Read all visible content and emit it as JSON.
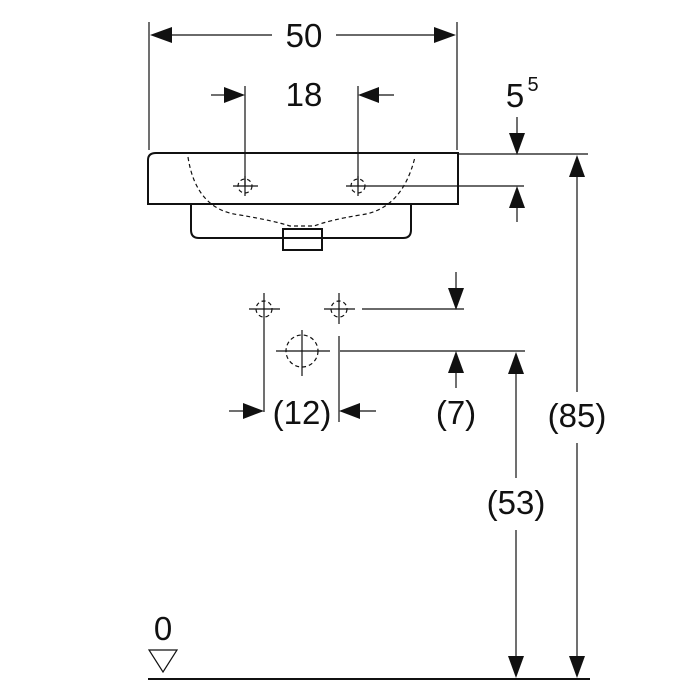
{
  "dimensions": {
    "width": "50",
    "tap_hole_spacing": "18",
    "rim_to_tap_offset": "5",
    "rim_to_tap_offset_sup": "5",
    "supply_spacing": "(12)",
    "supply_to_drain_offset": "(7)",
    "drain_height": "(53)",
    "rim_height": "(85)",
    "floor_level": "0"
  }
}
